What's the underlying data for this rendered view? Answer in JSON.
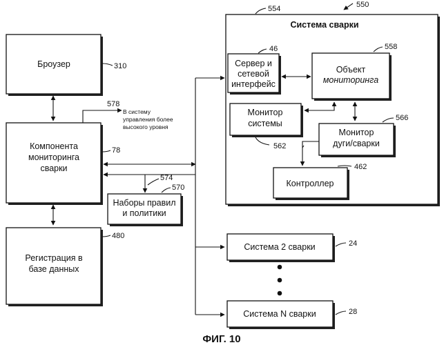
{
  "caption": "ФИГ. 10",
  "corner_ref": "550",
  "blocks": {
    "browser": {
      "label": "Броузер",
      "ref": "310"
    },
    "monitoring_component": {
      "line1": "Компонента",
      "line2": "мониторинга",
      "line3": "сварки",
      "ref": "78"
    },
    "rules_policies": {
      "line1": "Наборы правил",
      "line2": "и политики",
      "ref": "570",
      "connector_ref": "574"
    },
    "db_registration": {
      "line1": "Регистрация в",
      "line2": "базе данных",
      "ref": "480"
    },
    "higher_system": {
      "line1": "В систему",
      "line2": "управления более",
      "line3": "высокого уровня",
      "ref": "578"
    },
    "welding_system": {
      "title": "Система сварки",
      "ref": "554",
      "server": {
        "line1": "Сервер и",
        "line2": "сетевой",
        "line3": "интерфейс",
        "ref": "46"
      },
      "monitoring_object": {
        "line1": "Объект",
        "line2": "мониторинга",
        "ref": "558"
      },
      "system_monitor": {
        "line1": "Монитор",
        "line2": "системы",
        "ref": "562"
      },
      "arc_monitor": {
        "line1": "Монитор",
        "line2": "дуги/сварки",
        "ref": "566"
      },
      "controller": {
        "label": "Контроллер",
        "ref": "462"
      }
    },
    "system2": {
      "label": "Система 2 сварки",
      "ref": "24"
    },
    "systemN": {
      "label": "Система N сварки",
      "ref": "28"
    }
  }
}
